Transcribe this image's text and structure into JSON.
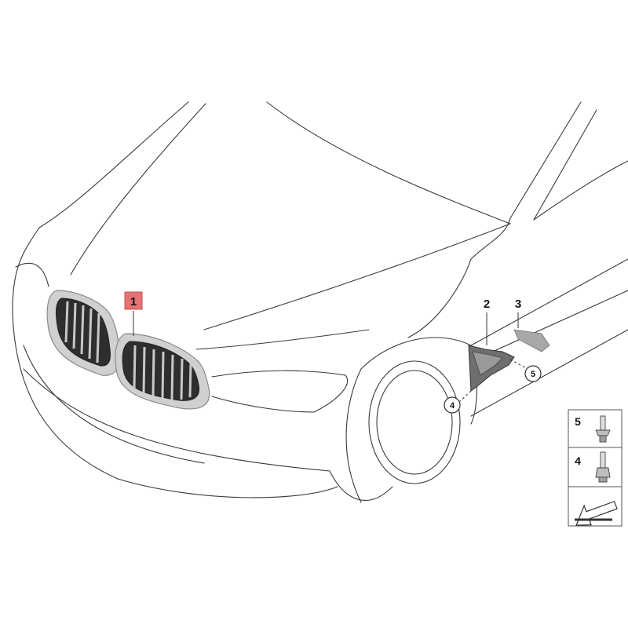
{
  "callouts": {
    "part1": "1",
    "part2": "2",
    "part3": "3",
    "part4": "4",
    "part5": "5"
  },
  "legend": {
    "item_a": "5",
    "item_b": "4"
  },
  "colors": {
    "highlight": "#e57373",
    "outline": "#3a3a3a",
    "grille_frame": "#c8c8c8",
    "grille_slat": "#2e2e2e",
    "trim_gray": "#8c8c8c"
  }
}
